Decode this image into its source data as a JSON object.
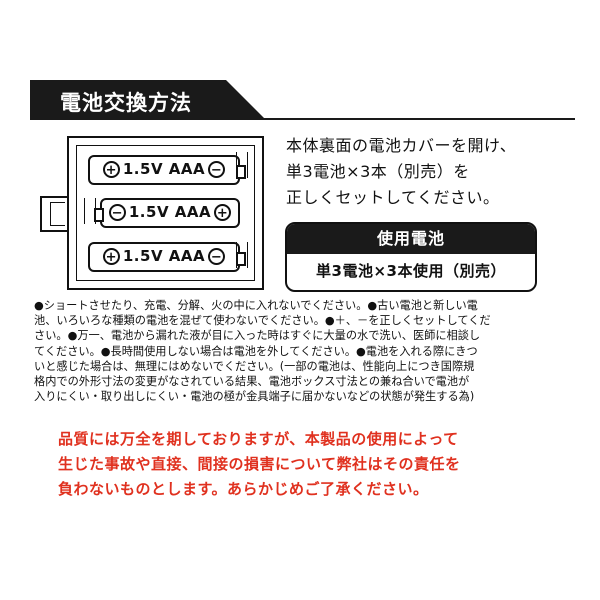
{
  "header": {
    "title": "電池交換方法"
  },
  "diagram": {
    "batteries": [
      {
        "left_symbol": "+",
        "text": "1.5V AAA",
        "right_symbol": "−"
      },
      {
        "left_symbol": "−",
        "text": "1.5V AAA",
        "right_symbol": "+"
      },
      {
        "left_symbol": "+",
        "text": "1.5V AAA",
        "right_symbol": "−"
      }
    ]
  },
  "instructions": {
    "lines": [
      "本体裏面の電池カバーを開け、",
      "単3電池×3本（別売）を",
      "正しくセットしてください。"
    ]
  },
  "spec_box": {
    "heading": "使用電池",
    "value": "単3電池×3本使用（別売）"
  },
  "cautions": {
    "lines": [
      "●ショートさせたり、充電、分解、火の中に入れないでください。●古い電池と新しい電",
      "池、いろいろな種類の電池を混ぜて使わないでください。●＋、－を正しくセットしてくだ",
      "さい。●万一、電池から漏れた液が目に入った時はすぐに大量の水で洗い、医師に相談し",
      "てください。●長時間使用しない場合は電池を外してください。●電池を入れる際にきつ",
      "いと感じた場合は、無理にはめないでください。(一部の電池は、性能向上につき国際規",
      "格内での外形寸法の変更がなされている結果、電池ボックス寸法との兼ね合いで電池が",
      "入りにくい・取り出しにくい・電池の極が金具端子に届かないなどの状態が発生する為)"
    ]
  },
  "disclaimer": {
    "lines": [
      "品質には万全を期しておりますが、本製品の使用によって",
      "生じた事故や直接、間接の損害について弊社はその責任を",
      "負わないものとします。あらかじめご了承ください。"
    ]
  },
  "colors": {
    "band": "#1a1a1a",
    "disclaimer_text": "#e0311f"
  }
}
